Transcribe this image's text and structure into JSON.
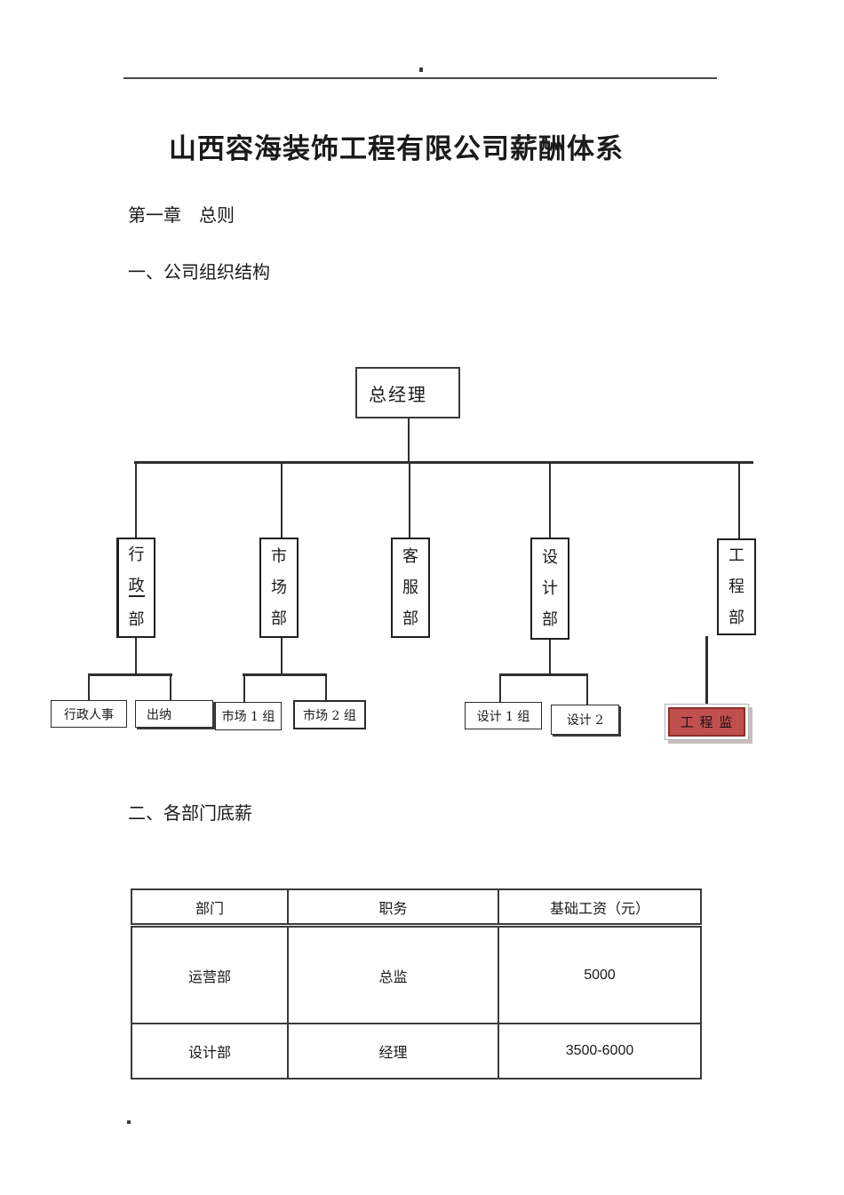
{
  "doc": {
    "title": "山西容海装饰工程有限公司薪酬体系",
    "chapter": "第一章　总则",
    "section_org": "一、公司组织结构",
    "section_salary": "二、各部门底薪"
  },
  "org": {
    "ceo": "总经理",
    "departments": [
      {
        "name": "行政部",
        "chars": [
          "行",
          "政",
          "部"
        ]
      },
      {
        "name": "市场部",
        "chars": [
          "市",
          "场",
          "部"
        ]
      },
      {
        "name": "客服部",
        "chars": [
          "客",
          "服",
          "部"
        ]
      },
      {
        "name": "设计部",
        "chars": [
          "设",
          "计",
          "部"
        ]
      },
      {
        "name": "工程部",
        "chars": [
          "工",
          "程",
          "部"
        ]
      }
    ],
    "subunits": {
      "admin_hr": "行政人事",
      "cashier": "出纳",
      "market1": "市场 1 组",
      "market2": "市场 2 组",
      "design1": "设计 1 组",
      "design2": "设计  2",
      "supervisor": "工 程 监"
    }
  },
  "salary_table": {
    "headers": [
      "部门",
      "职务",
      "基础工资（元）"
    ],
    "rows": [
      {
        "dept": "运营部",
        "title": "总监",
        "salary": "5000"
      },
      {
        "dept": "设计部",
        "title": "经理",
        "salary": "3500-6000"
      }
    ]
  },
  "colors": {
    "supervisor_fill": "#c0504d",
    "supervisor_border": "#8e2f2d",
    "line": "#2e2e2e"
  }
}
